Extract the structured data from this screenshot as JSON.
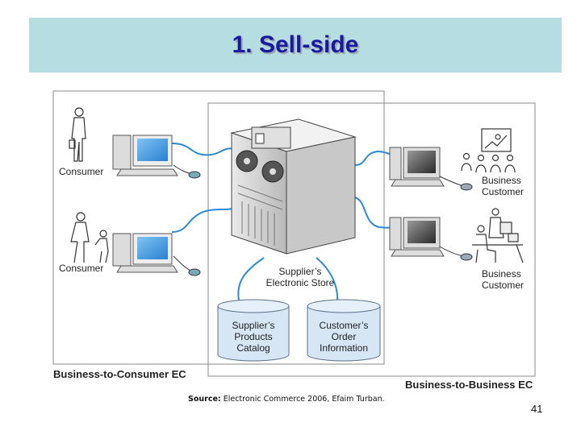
{
  "slide": {
    "title": "1. Sell-side",
    "page_number": "41",
    "source_label": "Source:",
    "source_text": " Electronic Commerce 2006, Efaim Turban."
  },
  "diagram": {
    "left_user_1": "Consumer",
    "left_user_2": "Consumer",
    "right_user_1": [
      "Business",
      "Customer"
    ],
    "right_user_2": [
      "Business",
      "Customer"
    ],
    "store_label": [
      "Supplier’s",
      "Electronic Store"
    ],
    "catalog_db": [
      "Supplier’s",
      "Products",
      "Catalog"
    ],
    "orders_db": [
      "Customer’s",
      "Order",
      "Information"
    ],
    "b2c_label": "Business-to-Consumer EC",
    "b2b_label": "Business-to-Business EC"
  },
  "colors": {
    "title_bg": "#b6dde1",
    "title_text": "#1a1aa0",
    "cable": "#2b8ad6",
    "db_fill": "#d6e6f5",
    "screen": "#3d9be9"
  }
}
